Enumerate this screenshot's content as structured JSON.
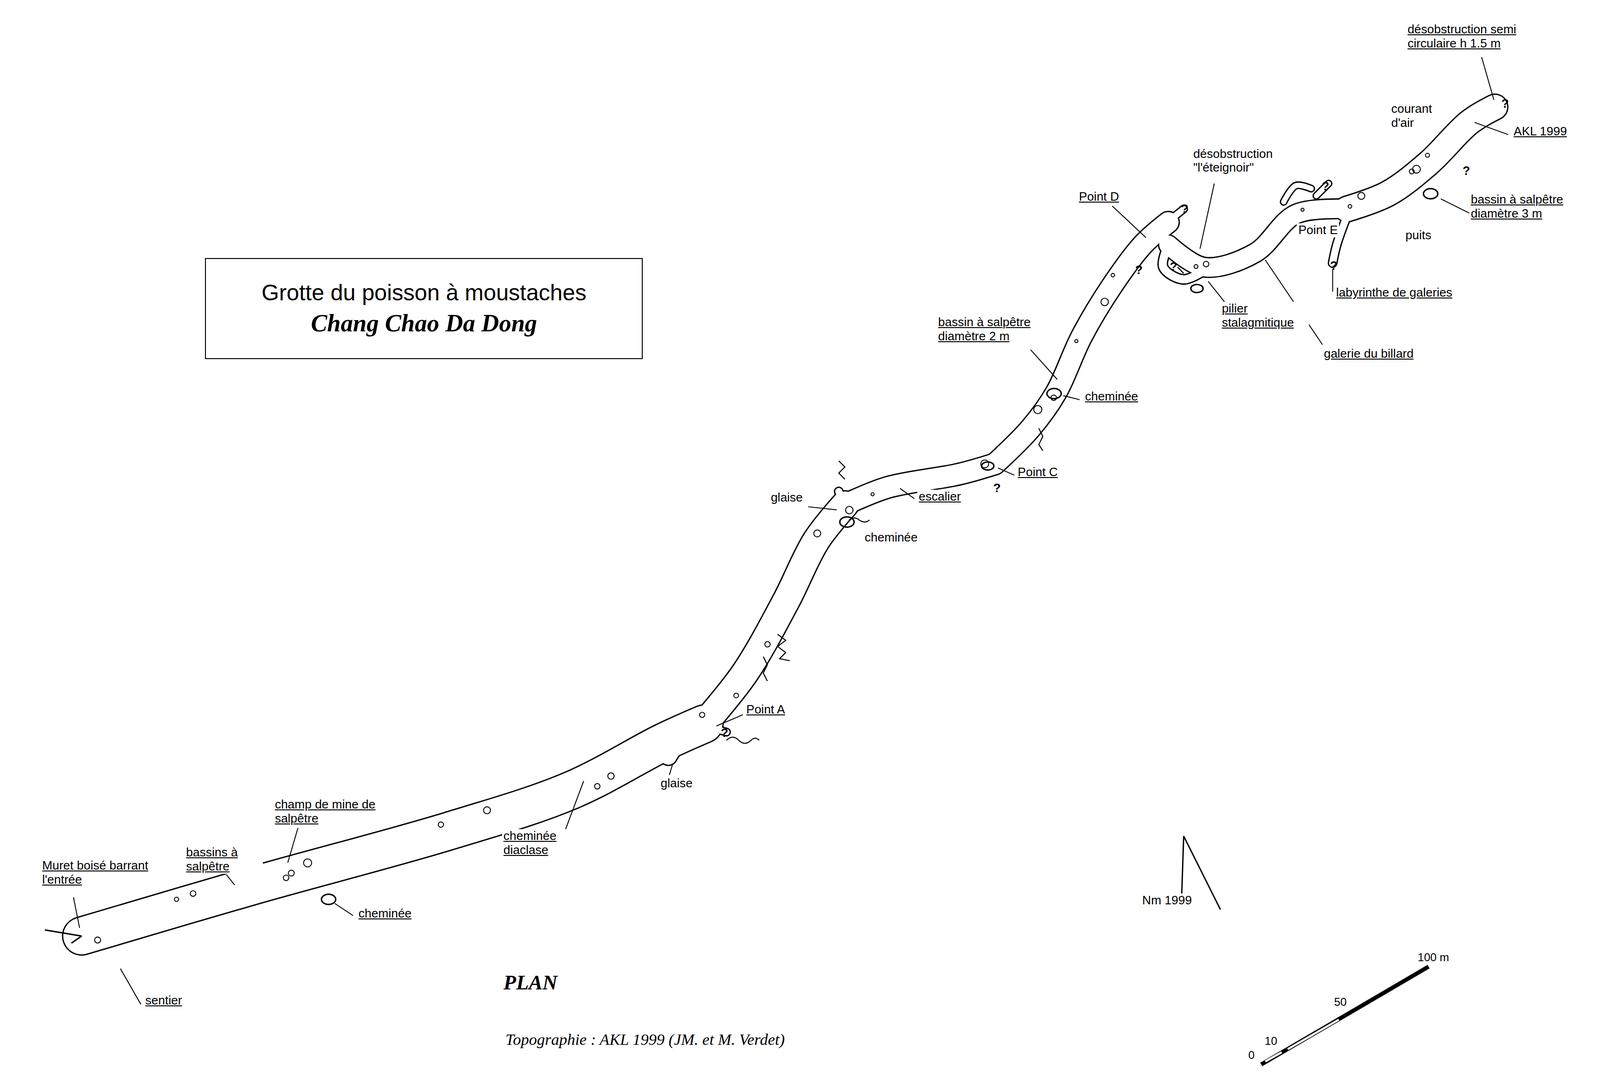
{
  "diagram": {
    "caption": "Topographie : AKL 1999 (JM. et M. Verdet)",
    "nodes": [
      {
        "text": [
          "Grotte du poisson à moustaches",
          "Chang Chao Da Dong"
        ]
      }
    ],
    "labels": [
      "désobstruction semi circulaire h 1.5 m",
      "courant d'air",
      "AKL 1999",
      "bassin à salpêtre diamètre 3 m",
      "puits",
      "labyrinthe de galeries",
      "Point E",
      "galerie du billard",
      "pilier stalagmitique",
      "désobstruction \"l'éteignoir\"",
      "Point D",
      "bassin à salpêtre diamètre 2 m",
      "cheminée",
      "Point C",
      "escalier",
      "cheminée",
      "glaise",
      "Point A",
      "glaise",
      "cheminée diaclase",
      "champ de mine de salpêtre",
      "bassins à salpêtre",
      "Muret boisé barrant l'entrée",
      "cheminée",
      "sentier",
      "PLAN",
      "Nm 1999",
      "100 m",
      "50",
      "10",
      "0",
      "?",
      "?",
      "?",
      "?",
      "?",
      "?",
      "?",
      "?",
      "?"
    ]
  }
}
